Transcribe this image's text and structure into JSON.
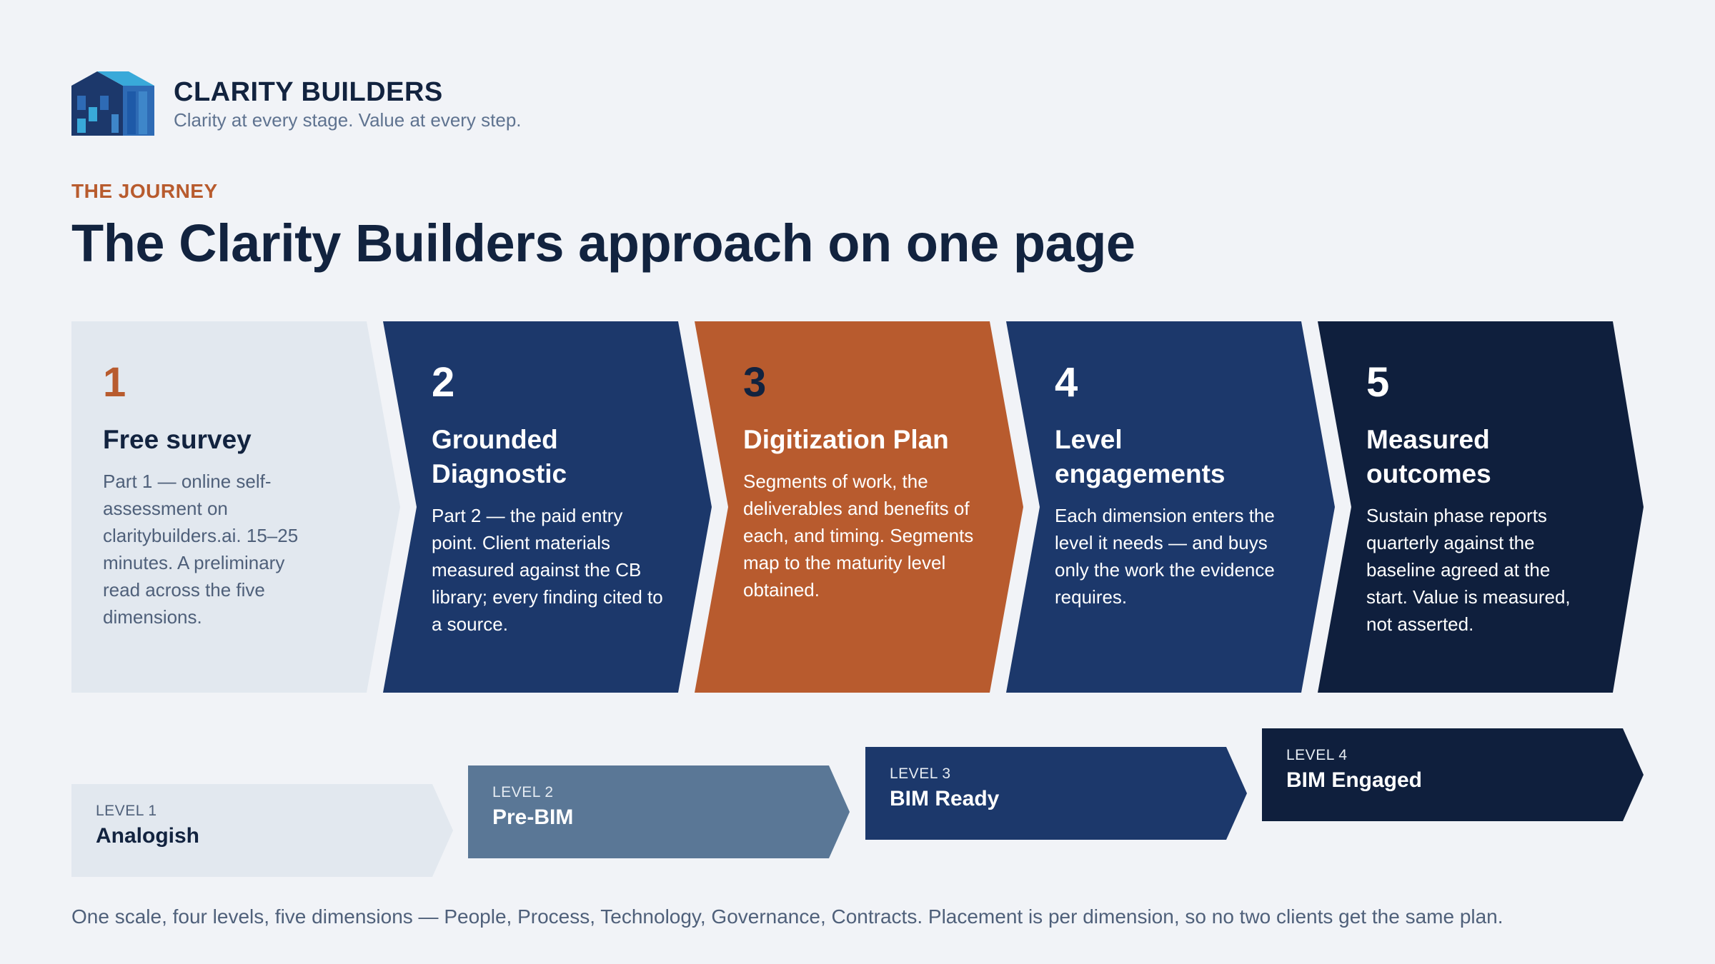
{
  "brand": {
    "name": "CLARITY BUILDERS",
    "tagline": "Clarity at every stage. Value at every step.",
    "logo_icon": "building-logo-icon"
  },
  "eyebrow": "THE JOURNEY",
  "title": "The Clarity Builders approach on one page",
  "steps": [
    {
      "number": "1",
      "title": "Free survey",
      "description": "Part 1 — online self-assessment on claritybuilders.ai. 15–25 minutes. A preliminary read across the five dimensions."
    },
    {
      "number": "2",
      "title": "Grounded Diagnostic",
      "description": "Part 2 — the paid entry point. Client materials measured against the CB library; every finding cited to a source."
    },
    {
      "number": "3",
      "title": "Digitization Plan",
      "description": "Segments of work, the deliverables and benefits of each, and timing. Segments map to the maturity level obtained."
    },
    {
      "number": "4",
      "title": "Level engagements",
      "description": "Each dimension enters the level it needs — and buys only the work the evidence requires."
    },
    {
      "number": "5",
      "title": "Measured outcomes",
      "description": "Sustain phase reports quarterly against the baseline agreed at the start. Value is measured, not asserted."
    }
  ],
  "levels": [
    {
      "label": "LEVEL 1",
      "name": "Analogish"
    },
    {
      "label": "LEVEL 2",
      "name": "Pre-BIM"
    },
    {
      "label": "LEVEL 3",
      "name": "BIM Ready"
    },
    {
      "label": "LEVEL 4",
      "name": "BIM Engaged"
    }
  ],
  "footer": "One scale, four levels, five dimensions — People, Process, Technology, Governance, Contracts. Placement is per dimension, so no two clients get the same plan.",
  "colors": {
    "navy": "#1C386B",
    "dark_navy": "#0F1F3D",
    "orange": "#B85B2E",
    "light": "#E2E8EF",
    "steel": "#5A7796"
  }
}
